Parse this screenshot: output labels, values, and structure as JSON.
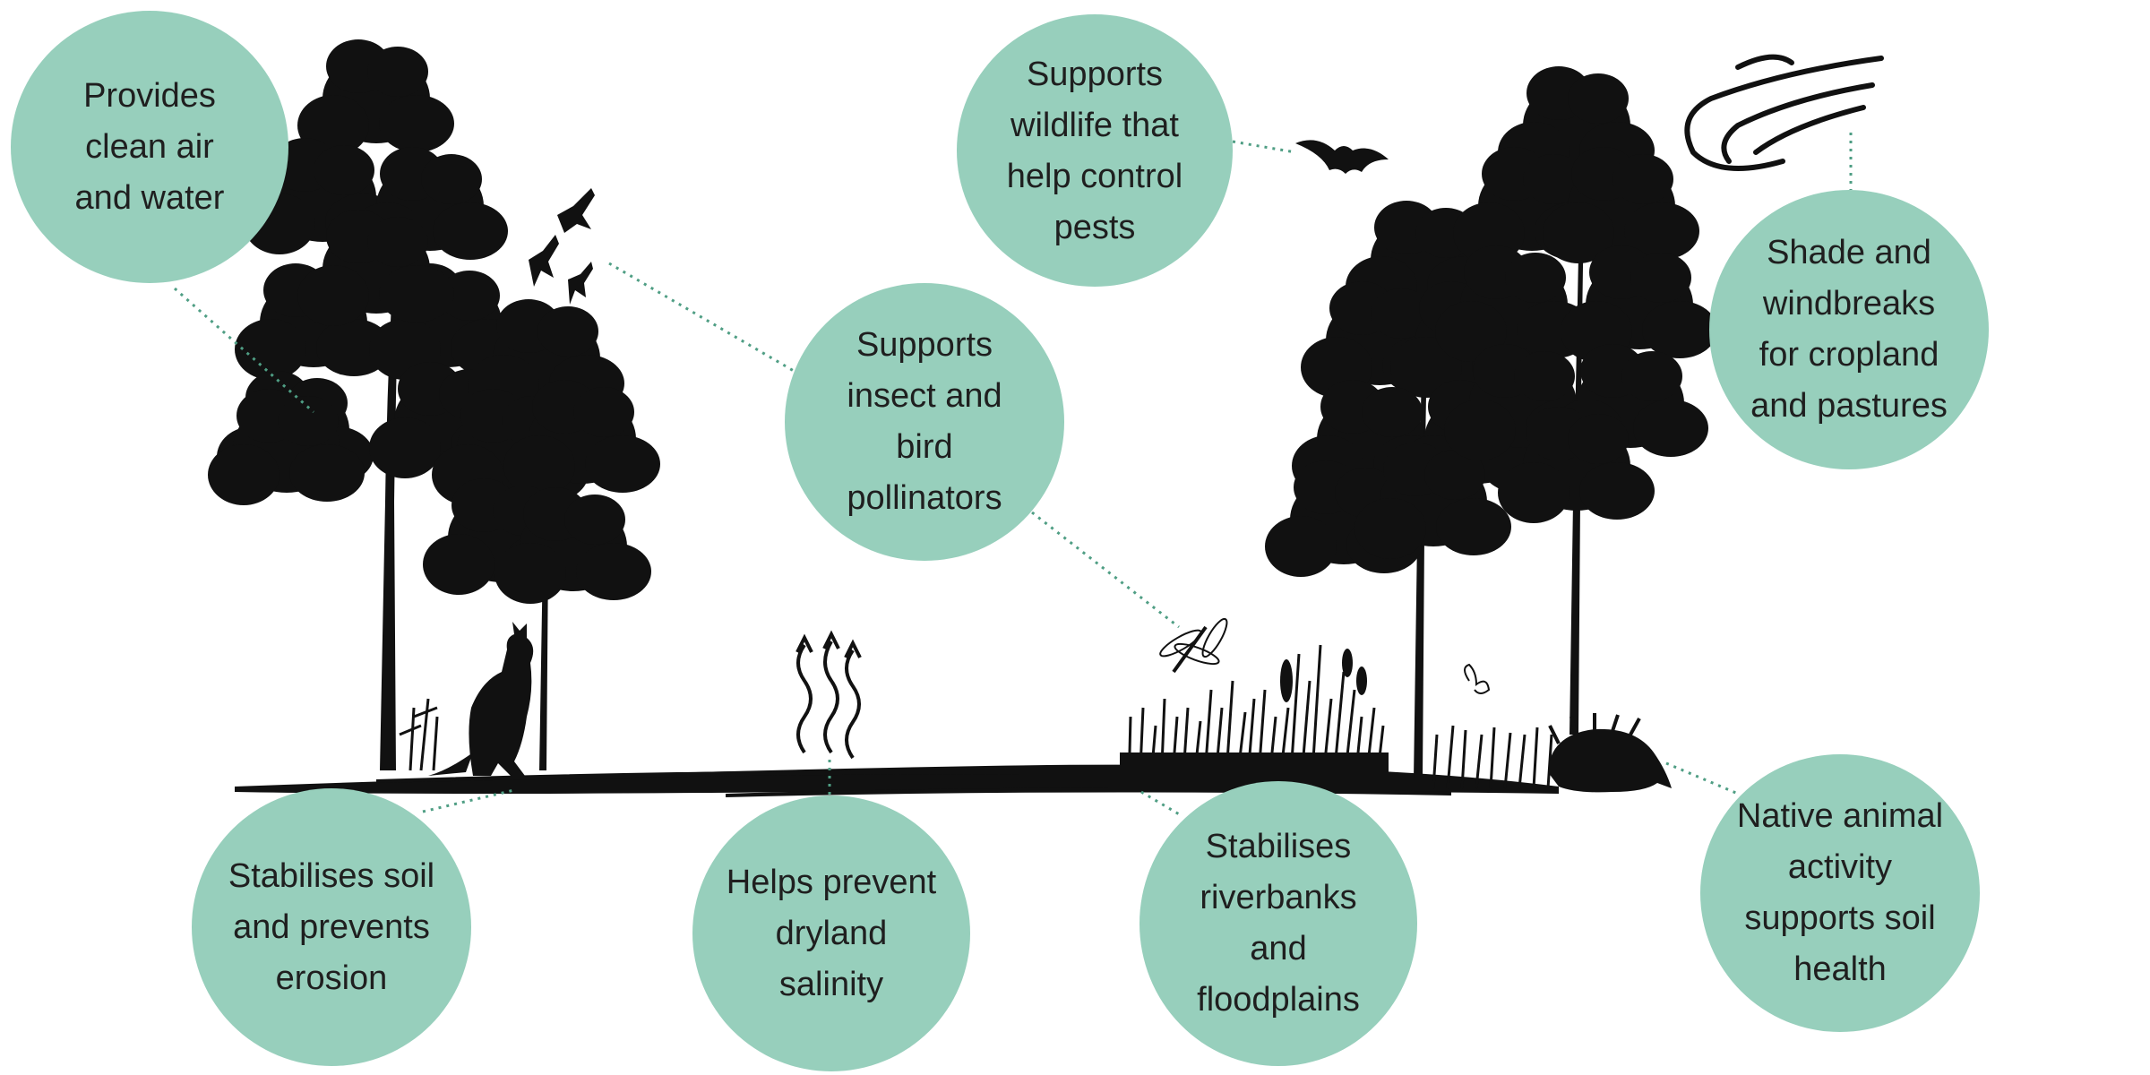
{
  "colors": {
    "bubble": "#97cfbc",
    "bubble_edge": "#8ac6b1",
    "connector": "#4f9e84",
    "silhouette": "#111111",
    "text": "#1f1f1f"
  },
  "bubbles": {
    "clean_air": "Provides\nclean air\nand water",
    "wildlife": "Supports\nwildlife that\nhelp control\npests",
    "shade": "Shade and\nwindbreaks\nfor cropland\nand pastures",
    "pollinators": "Supports\ninsect and\nbird\npollinators",
    "soil": "Stabilises soil\nand prevents\nerosion",
    "salinity": "Helps prevent\ndryland\nsalinity",
    "riverbanks": "Stabilises\nriverbanks\nand\nfloodplains",
    "native": "Native animal\nactivity\nsupports soil\nhealth"
  },
  "illustrations": {
    "left_trees": "eucalyptus-tree-icon",
    "right_trees": "eucalyptus-tree-icon",
    "kangaroo": "kangaroo-icon",
    "birds": "bird-icon",
    "bat": "bat-icon",
    "wind": "wind-icon",
    "salinity_arrows": "wavy-arrow-icon",
    "dragonfly": "dragonfly-icon",
    "butterfly": "butterfly-icon",
    "echidna": "echidna-icon",
    "reeds": "reeds-icon"
  }
}
